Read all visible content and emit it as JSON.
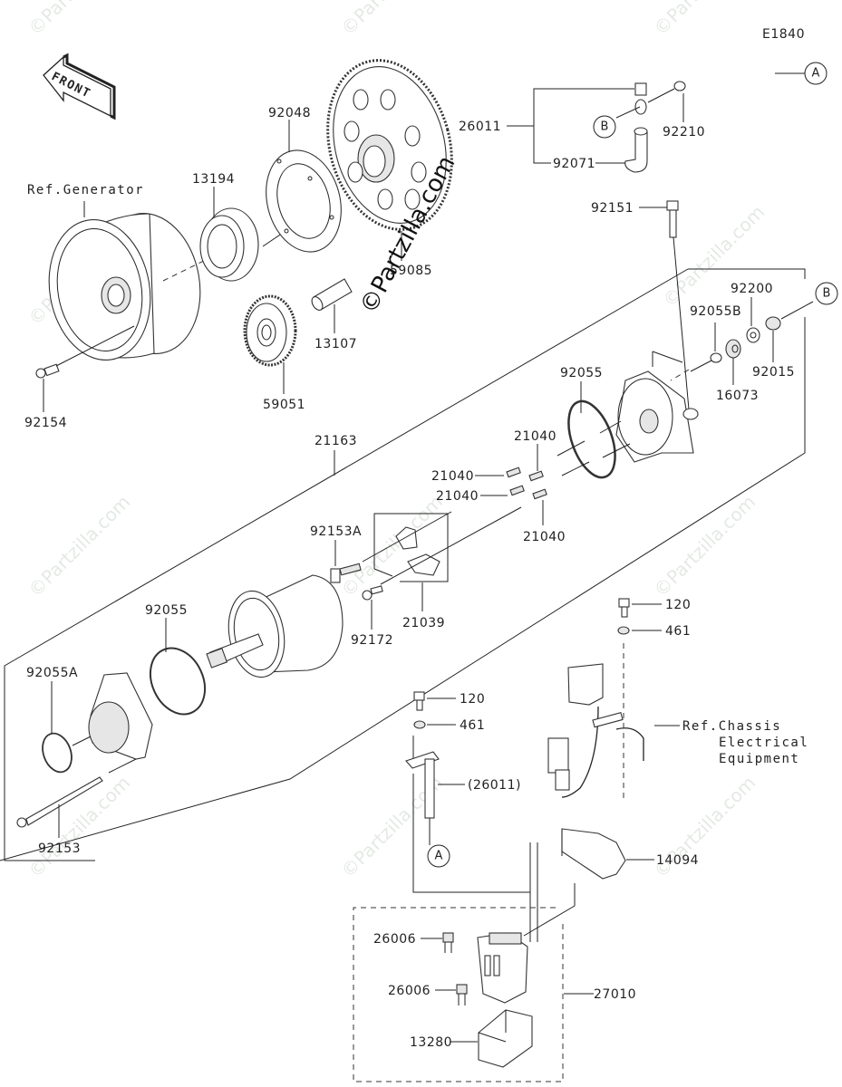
{
  "diagram": {
    "code": "E1840",
    "front_arrow_label": "FRONT",
    "watermark": "©Partzilla.com",
    "watermark_overlay": "©Partzilla.com",
    "connectors": {
      "a": "A",
      "b": "B"
    },
    "references": {
      "generator": "Ref.Generator",
      "chassis_line1": "Ref.Chassis",
      "chassis_line2": "Electrical",
      "chassis_line3": "Equipment"
    },
    "parts": {
      "p92048": "92048",
      "p13194": "13194",
      "p59085": "59085",
      "p26011": "26011",
      "p92210": "92210",
      "p92071": "92071",
      "p92151": "92151",
      "p13107": "13107",
      "p59051": "59051",
      "p92154": "92154",
      "p92200": "92200",
      "p92055B": "92055B",
      "p92015": "92015",
      "p16073": "16073",
      "p92055_top": "92055",
      "p21163": "21163",
      "p21040_a": "21040",
      "p21040_b": "21040",
      "p21040_c": "21040",
      "p21040_d": "21040",
      "p92153A": "92153A",
      "p92172": "92172",
      "p21039": "21039",
      "p92055_bottom": "92055",
      "p92055A": "92055A",
      "p92153": "92153",
      "p120_a": "120",
      "p461_a": "461",
      "p120_b": "120",
      "p461_b": "461",
      "p26011_paren": "(26011)",
      "p14094": "14094",
      "p26006_a": "26006",
      "p26006_b": "26006",
      "p27010": "27010",
      "p13280": "13280"
    }
  }
}
